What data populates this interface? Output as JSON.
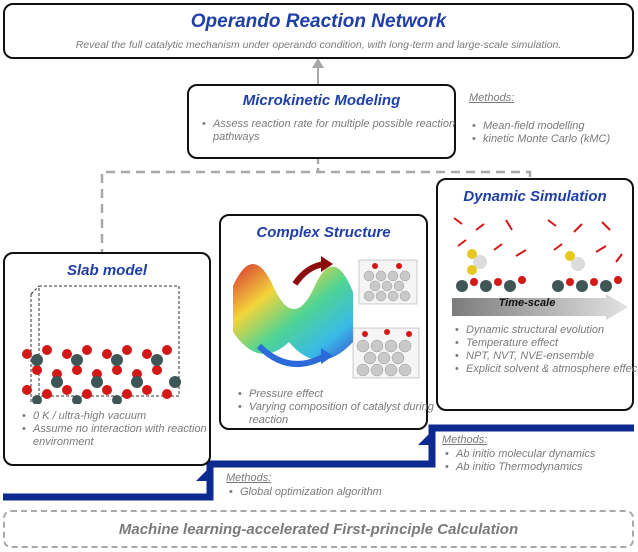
{
  "top": {
    "title": "Operando Reaction Network",
    "subtitle": "Reveal the full catalytic mechanism under operando condition, with long-term and large-scale simulation."
  },
  "microkinetic": {
    "title": "Microkinetic Modeling",
    "bullets": [
      "Assess reaction rate for multiple possible reaction pathways"
    ],
    "methods_label": "Methods:",
    "methods": [
      "Mean-field modelling",
      "kinetic Monte Carlo (kMC)"
    ]
  },
  "slab": {
    "title": "Slab model",
    "bullets": [
      "0 K / ultra-high vacuum",
      "Assume no interaction with reaction environment"
    ]
  },
  "complex": {
    "title": "Complex Structure",
    "bullets": [
      "Pressure effect",
      "Varying composition of catalyst during reaction"
    ],
    "methods_label": "Methods:",
    "methods": [
      "Global optimization algorithm"
    ]
  },
  "dynamic": {
    "title": "Dynamic Simulation",
    "timescale_label": "Time-scale",
    "bullets": [
      "Dynamic structural evolution",
      "Temperature effect",
      "NPT, NVT, NVE-ensemble",
      "Explicit solvent & atmosphere effect"
    ],
    "methods_label": "Methods:",
    "methods": [
      "Ab initio molecular dynamics",
      "Ab initio Thermodynamics"
    ]
  },
  "bottom": {
    "title": "Machine learning-accelerated First-principle Calculation"
  },
  "colors": {
    "title_blue": "#1f3fa8",
    "stair_blue": "#0c2a8f",
    "dashed_gray": "#a8a8a8",
    "text_gray": "#7a7a7a"
  }
}
